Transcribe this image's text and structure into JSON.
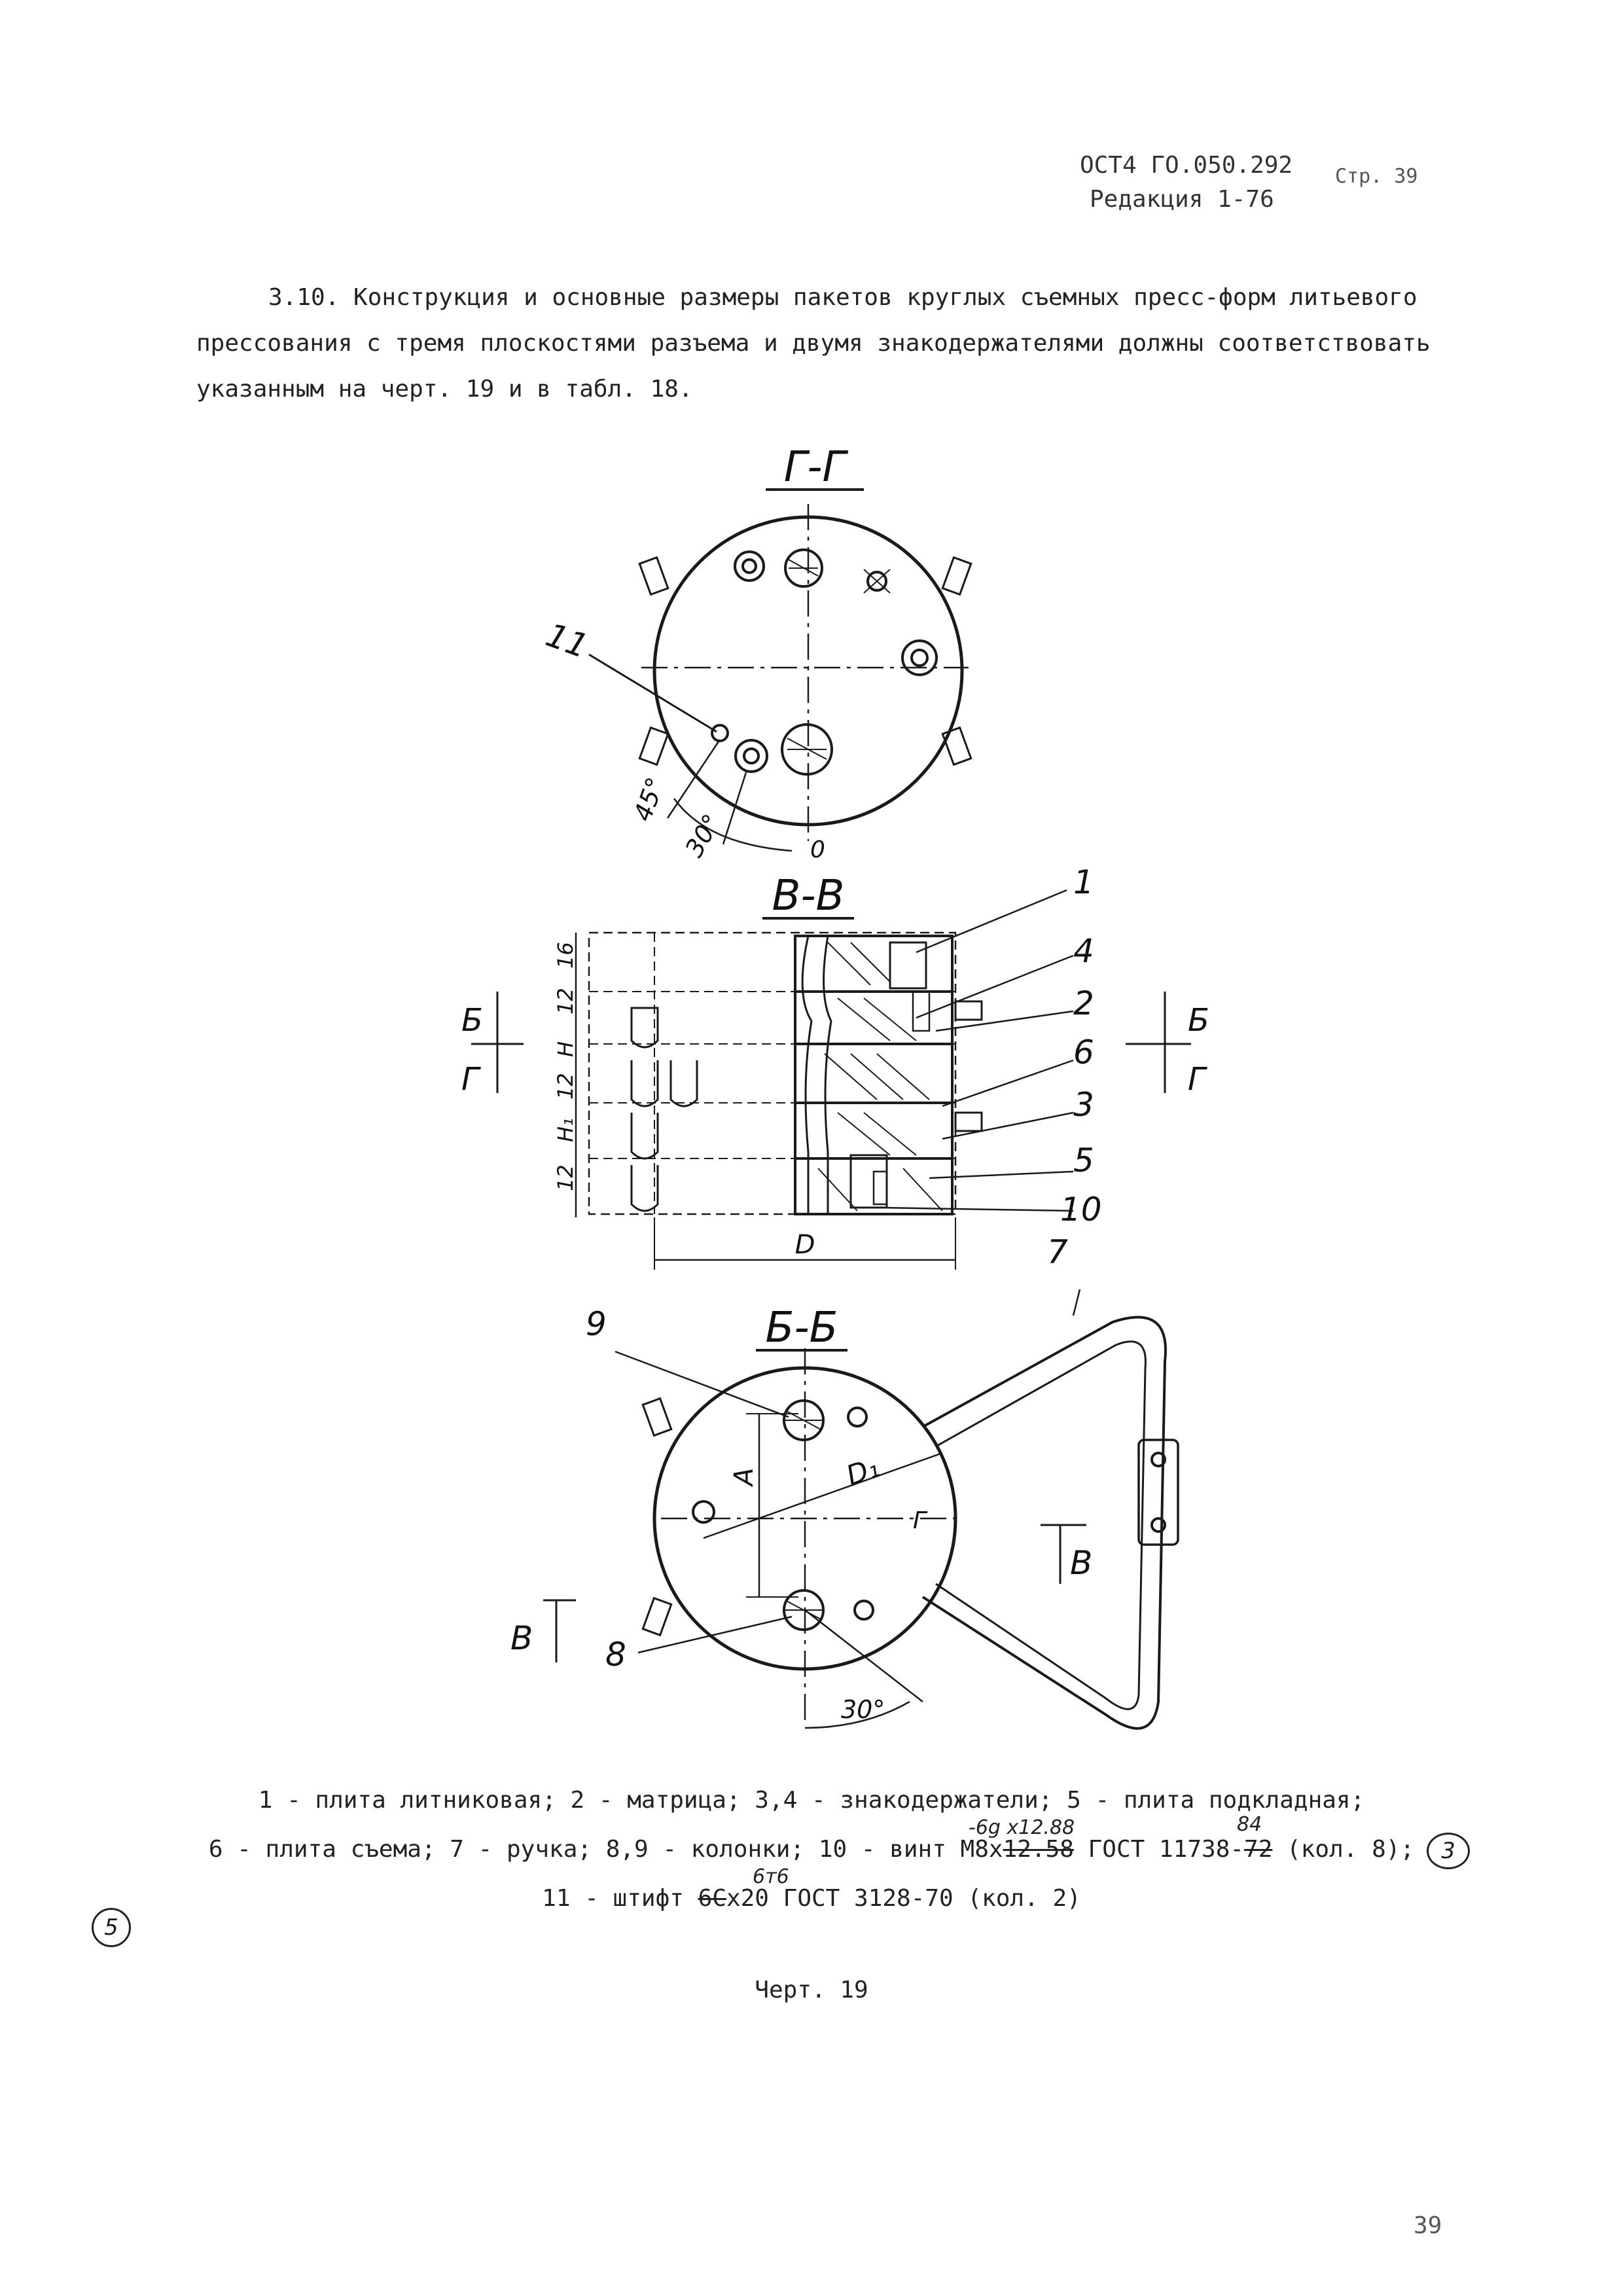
{
  "header": {
    "standard": "ОСТ4 ГО.050.292",
    "page": "Стр. 39",
    "edition": "Редакция 1-76"
  },
  "paragraph": "3.10. Конструкция и основные размеры пакетов круглых съемных пресс-форм литьевого прессования с тремя плоскостями разъема и двумя знакодержателями должны соответствовать указанным на черт. 19 и в табл. 18.",
  "drawing": {
    "section_gg": "Г-Г",
    "section_vv": "В-В",
    "section_bb": "Б-Б",
    "callouts": [
      "1",
      "4",
      "2",
      "6",
      "3",
      "5",
      "10",
      "7",
      "9",
      "8",
      "11"
    ],
    "dims": {
      "d": "D",
      "d1": "D₁",
      "a": "A",
      "angle30": "30°",
      "angle45": "45°",
      "zero": "0",
      "left_stack": [
        "12",
        "H₁",
        "12",
        "H",
        "12",
        "16"
      ]
    },
    "cut_marks": {
      "b": "Б",
      "g": "Г",
      "v": "В"
    }
  },
  "legend": {
    "line1": "1 - плита литниковая; 2 - матрица; 3,4 - знакодержатели; 5 - плита подкладная;",
    "line2_a": "6 - плита съема; 7 - ручка; 8,9 - колонки; 10 - винт М8х",
    "line2_struck": "12.58",
    "line2_b": " ГОСТ 11738-",
    "line2_struck2": "72",
    "line2_c": " (кол. 8);",
    "line3_a": "11 - штифт ",
    "line3_struck": "6С",
    "line3_b": "х20 ГОСТ 3128-70 (кол. 2)",
    "hw_above2": "-6g х12.88",
    "hw_above2b": "84",
    "hw_above3": "6т6",
    "circled_right": "3",
    "circled_left": "5"
  },
  "figure_caption": "Черт. 19",
  "page_number": "39"
}
